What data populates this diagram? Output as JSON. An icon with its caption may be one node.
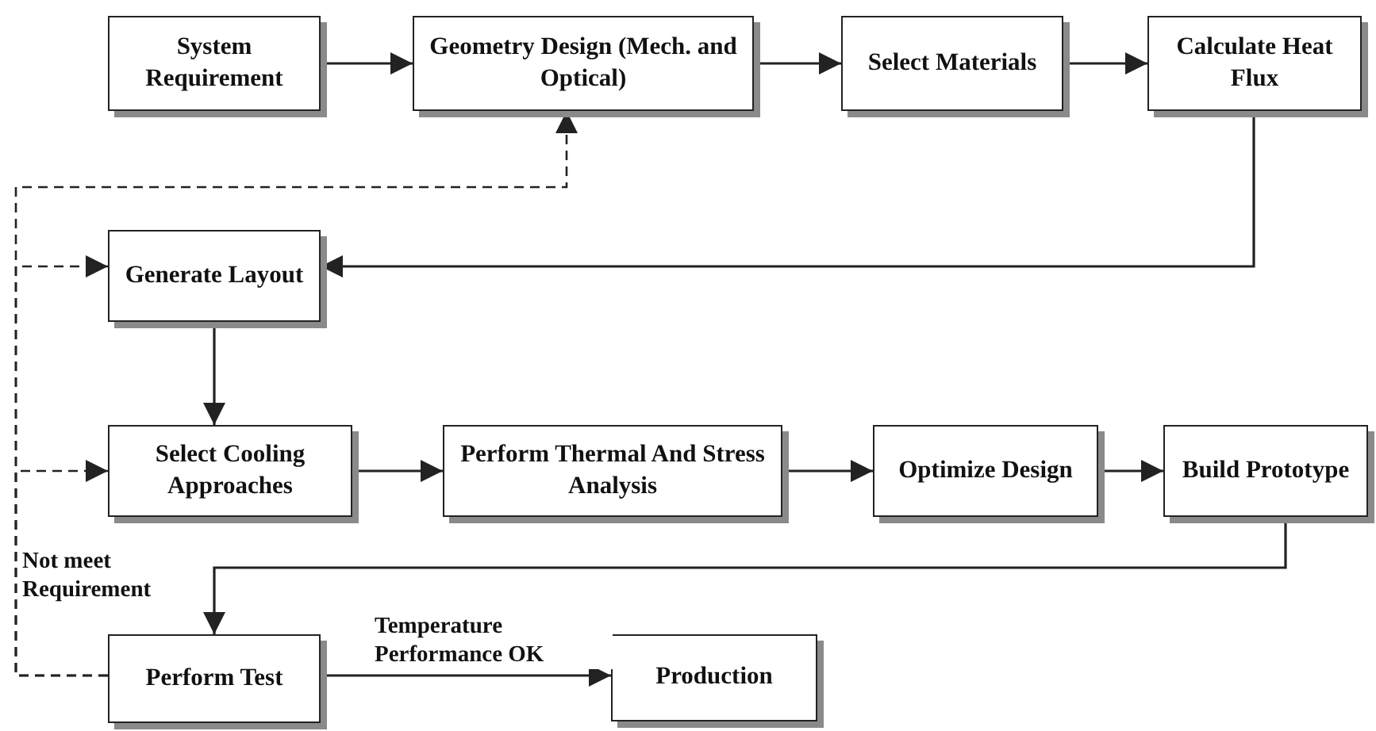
{
  "diagram": {
    "nodes": [
      {
        "text": [
          "System Requirement"
        ]
      },
      {
        "text": [
          "Geometry Design (Mech. and Optical)"
        ]
      },
      {
        "text": [
          "Select Materials"
        ]
      },
      {
        "text": [
          "Calculate Heat Flux"
        ]
      },
      {
        "text": [
          "Generate Layout"
        ]
      },
      {
        "text": [
          "Select Cooling Approaches"
        ]
      },
      {
        "text": [
          "Perform Thermal And Stress Analysis"
        ]
      },
      {
        "text": [
          "Optimize Design"
        ]
      },
      {
        "text": [
          "Build Prototype"
        ]
      },
      {
        "text": [
          "Perform Test"
        ]
      },
      {
        "text": [
          "Production"
        ]
      }
    ],
    "edges": [
      {
        "from": 0,
        "to": 1,
        "arrow": "to"
      },
      {
        "from": 1,
        "to": 2,
        "arrow": "to"
      },
      {
        "from": 2,
        "to": 3,
        "arrow": "to"
      },
      {
        "from": 3,
        "to": 4,
        "arrow": "to"
      },
      {
        "from": 4,
        "to": 5,
        "arrow": "to"
      },
      {
        "from": 5,
        "to": 6,
        "arrow": "to"
      },
      {
        "from": 6,
        "to": 7,
        "arrow": "to"
      },
      {
        "from": 7,
        "to": 8,
        "arrow": "to"
      },
      {
        "from": 8,
        "to": 9,
        "arrow": "to"
      },
      {
        "from": 9,
        "to": 10,
        "arrow": "to",
        "label": "Temperature Performance OK"
      },
      {
        "from": 9,
        "to": 1,
        "arrow": "to",
        "style": "dashed"
      },
      {
        "from": 9,
        "to": 4,
        "arrow": "to",
        "style": "dashed"
      },
      {
        "from": 9,
        "to": 5,
        "arrow": "to",
        "style": "dashed"
      }
    ],
    "labels": [
      "Not meet Requirement"
    ]
  }
}
